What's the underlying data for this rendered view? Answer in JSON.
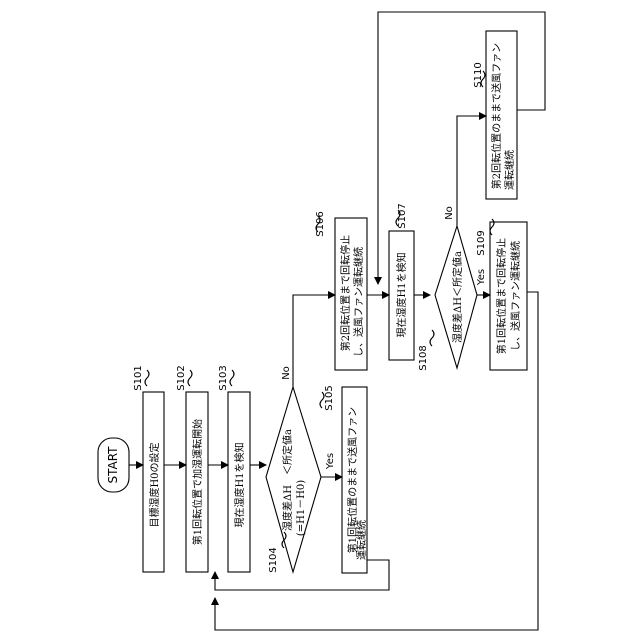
{
  "figure": {
    "start_label": "START",
    "steps": {
      "s101": {
        "id": "S101",
        "text": "目標湿度H0の設定"
      },
      "s102": {
        "id": "S102",
        "text": "第1回転位置で加湿運転開始"
      },
      "s103": {
        "id": "S103",
        "text": "現在湿度H1を検知"
      },
      "s104": {
        "id": "S104",
        "lines": [
          "湿度差ΔH　＜所定値a",
          "(=H1－H0)"
        ]
      },
      "s105": {
        "id": "S105",
        "lines": [
          "第1回転位置のままで送風ファン",
          "運転継続"
        ]
      },
      "s106": {
        "id": "S106",
        "lines": [
          "第2回転位置まで回転停止",
          "し、送風ファン運転継続"
        ]
      },
      "s107": {
        "id": "S107",
        "text": "現在湿度H1を検知"
      },
      "s108": {
        "id": "S108",
        "text": "湿度差ΔH＜所定値a"
      },
      "s109": {
        "id": "S109",
        "lines": [
          "第1回転位置まで回転停止",
          "し、送風ファン運転継続"
        ]
      },
      "s110": {
        "id": "S110",
        "lines": [
          "第2回転位置のままで送風ファン",
          "運転継続"
        ]
      }
    },
    "branch_labels": {
      "yes": "Yes",
      "no": "No"
    }
  }
}
